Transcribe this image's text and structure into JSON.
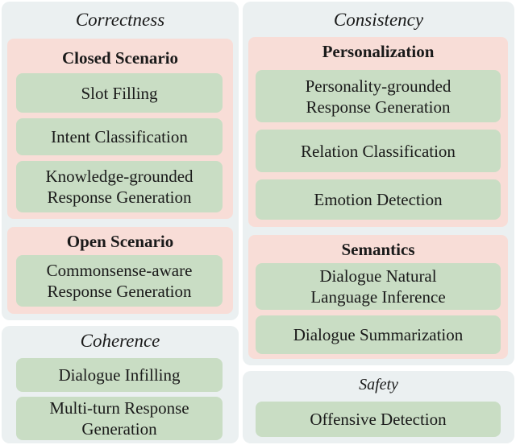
{
  "left": {
    "correctness": {
      "title": "Correctness",
      "closed": {
        "title": "Closed Scenario",
        "items": [
          "Slot Filling",
          "Intent Classification",
          "Knowledge-grounded\nResponse Generation"
        ]
      },
      "open": {
        "title": "Open Scenario",
        "items": [
          "Commonsense-aware\nResponse Generation"
        ]
      }
    },
    "coherence": {
      "title": "Coherence",
      "items": [
        "Dialogue Infilling",
        "Multi-turn Response\nGeneration"
      ]
    }
  },
  "right": {
    "consistency": {
      "title": "Consistency",
      "personalization": {
        "title": "Personalization",
        "items": [
          "Personality-grounded\nResponse Generation",
          "Relation Classification",
          "Emotion Detection"
        ]
      },
      "semantics": {
        "title": "Semantics",
        "items": [
          "Dialogue Natural\nLanguage Inference",
          "Dialogue Summarization"
        ]
      }
    },
    "safety": {
      "title": "Safety",
      "items": [
        "Offensive Detection"
      ]
    }
  },
  "colors": {
    "panel": "#ebf0f1",
    "group": "#f8ddd7",
    "item": "#c9ddc4"
  }
}
